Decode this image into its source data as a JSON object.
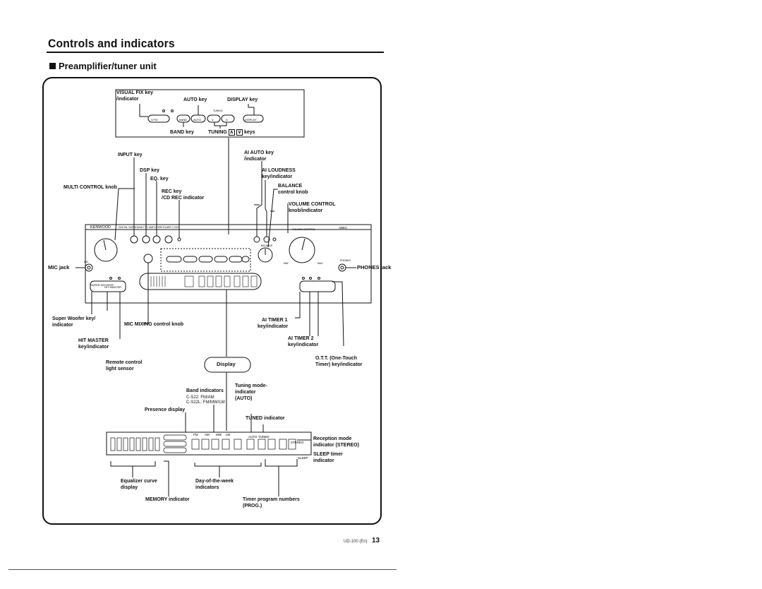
{
  "page": {
    "title": "Controls and indicators",
    "section": "Preamplifier/tuner unit",
    "footer_model": "UD-100 (En)",
    "page_number": "13"
  },
  "top_inset": {
    "visual_fix": "VISUAL FIX key",
    "visual_fix_sub": "/indicator",
    "auto_key": "AUTO key",
    "display_key": "DISPLAY key",
    "band_key": "BAND key",
    "tuning_keys": "TUNING",
    "keys_suffix": "keys",
    "tuning_small": "TUNING",
    "btn_vfix": "V.FIX",
    "btn_band": "BAND",
    "btn_auto": "AUTO",
    "btn_display": "DISPLAY"
  },
  "callouts": {
    "input_key": "INPUT key",
    "dsp_key": "DSP key",
    "eq_key": "EQ. key",
    "multi_control": "MULTI CONTROL knob",
    "rec_key": "REC key",
    "cd_rec": "/CD REC indicator",
    "ai_auto": "AI AUTO key",
    "ai_auto_sub": "/indicator",
    "ai_loudness": "AI LOUDNESS",
    "ai_loudness_sub": "key/indicator",
    "balance": "BALANCE",
    "balance_sub": "control knob",
    "volume": "VOLUME CONTROL",
    "volume_sub": "knob/indicator",
    "mic_jack": "MIC jack",
    "phones_jack": "PHONES jack",
    "super_woofer": "Super Woofer key/",
    "super_woofer_sub": "indicator",
    "mic_mixing": "MIC MIXING control knob",
    "hit_master": "HIT MASTER",
    "hit_master_sub": "key/indicator",
    "remote_sensor": "Remote control",
    "remote_sensor_sub": "light sensor",
    "ai_timer1": "AI TIMER 1",
    "ai_timer1_sub": "key/indicator",
    "ai_timer2": "AI TIMER 2",
    "ai_timer2_sub": "key/indicator",
    "ott": "O.T.T. (One-Touch",
    "ott_sub": "Timer) key/indicator",
    "display_bubble": "Display"
  },
  "unit_face": {
    "brand": "KENWOOD",
    "model_line": "DIGITAL SURROUND FTC AMPLIFIER/TUNER C-S22",
    "brand_right": "ABEC",
    "sw_label": "SUPER WOOFER",
    "hit_label": "HIT MASTER",
    "balance_small": "BALANCE",
    "volume_small": "VOLUME CONTROL",
    "phones_small": "PHONES",
    "mic_small": "MIC",
    "min_small": "MIN",
    "max_small": "MAX"
  },
  "display_section": {
    "band_indicators": "Band indicators",
    "band_c522": "C-S22: FM/AM",
    "band_c522l": "C-S22L: FM/MW/LW",
    "tuning_mode": "Tuning mode-",
    "tuning_mode_sub": "indicator",
    "tuning_mode_auto": "(AUTO)",
    "presence": "Presence display",
    "tuned": "TUNED indicator",
    "reception": "Reception mode",
    "reception_sub": "indicator (STEREO)",
    "sleep": "SLEEP timer",
    "sleep_sub": "indicator",
    "eq_curve": "Equalizer curve",
    "eq_curve_sub": "display",
    "day_week": "Day-of-the-week",
    "day_week_sub": "indicators",
    "memory": "MEMORY indicator",
    "timer_prog": "Timer program numbers",
    "timer_prog_sub": "(PROG.)",
    "seg_fm": "FM",
    "seg_am": "AM",
    "seg_mw": "MW",
    "seg_lw": "LW",
    "seg_auto": "AUTO",
    "seg_tuned": "TUNED",
    "seg_stereo": "STEREO",
    "seg_sleep": "SLEEP"
  },
  "colors": {
    "ink": "#111111",
    "paper": "#ffffff"
  }
}
